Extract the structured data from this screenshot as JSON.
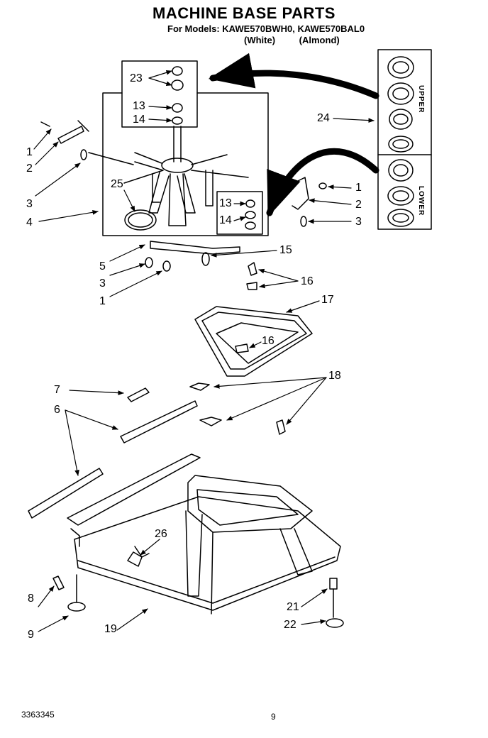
{
  "header": {
    "title": "MACHINE BASE PARTS",
    "models": "For Models: KAWE570BWH0, KAWE570BAL0",
    "color_white": "(White)",
    "color_almond": "(Almond)"
  },
  "inset": {
    "upper": "UPPER",
    "lower": "LOWER"
  },
  "callouts": [
    {
      "id": "23",
      "text": "23"
    },
    {
      "id": "13a",
      "text": "13"
    },
    {
      "id": "14a",
      "text": "14"
    },
    {
      "id": "24",
      "text": "24"
    },
    {
      "id": "1a",
      "text": "1"
    },
    {
      "id": "2a",
      "text": "2"
    },
    {
      "id": "3a",
      "text": "3"
    },
    {
      "id": "4",
      "text": "4"
    },
    {
      "id": "25",
      "text": "25"
    },
    {
      "id": "13b",
      "text": "13"
    },
    {
      "id": "14b",
      "text": "14"
    },
    {
      "id": "1b",
      "text": "1"
    },
    {
      "id": "2b",
      "text": "2"
    },
    {
      "id": "3b",
      "text": "3"
    },
    {
      "id": "15",
      "text": "15"
    },
    {
      "id": "5",
      "text": "5"
    },
    {
      "id": "3c",
      "text": "3"
    },
    {
      "id": "1c",
      "text": "1"
    },
    {
      "id": "16a",
      "text": "16"
    },
    {
      "id": "17",
      "text": "17"
    },
    {
      "id": "16b",
      "text": "16"
    },
    {
      "id": "18",
      "text": "18"
    },
    {
      "id": "7",
      "text": "7"
    },
    {
      "id": "6",
      "text": "6"
    },
    {
      "id": "26",
      "text": "26"
    },
    {
      "id": "8",
      "text": "8"
    },
    {
      "id": "9",
      "text": "9"
    },
    {
      "id": "19",
      "text": "19"
    },
    {
      "id": "21",
      "text": "21"
    },
    {
      "id": "22",
      "text": "22"
    }
  ],
  "footer": {
    "doc_number": "3363345",
    "page": "9"
  }
}
